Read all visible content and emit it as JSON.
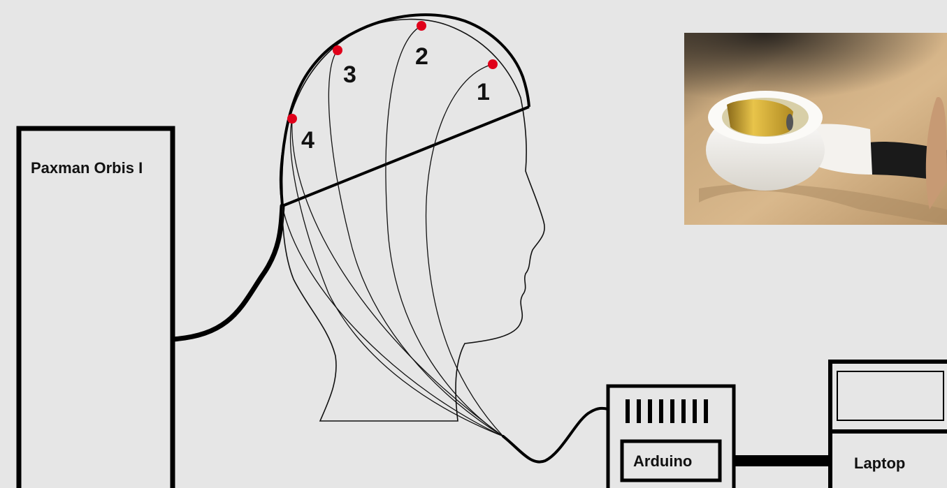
{
  "diagram": {
    "paxman_label": "Paxman Orbis I",
    "arduino_label": "Arduino",
    "laptop_label": "Laptop",
    "electrodes": [
      {
        "label": "1"
      },
      {
        "label": "2"
      },
      {
        "label": "3"
      },
      {
        "label": "4"
      }
    ],
    "colors": {
      "background": "#e6e6e6",
      "line": "#000000",
      "electrode": "#e0001a"
    },
    "photo": {
      "subject": "sensor-electrode-photo"
    }
  }
}
